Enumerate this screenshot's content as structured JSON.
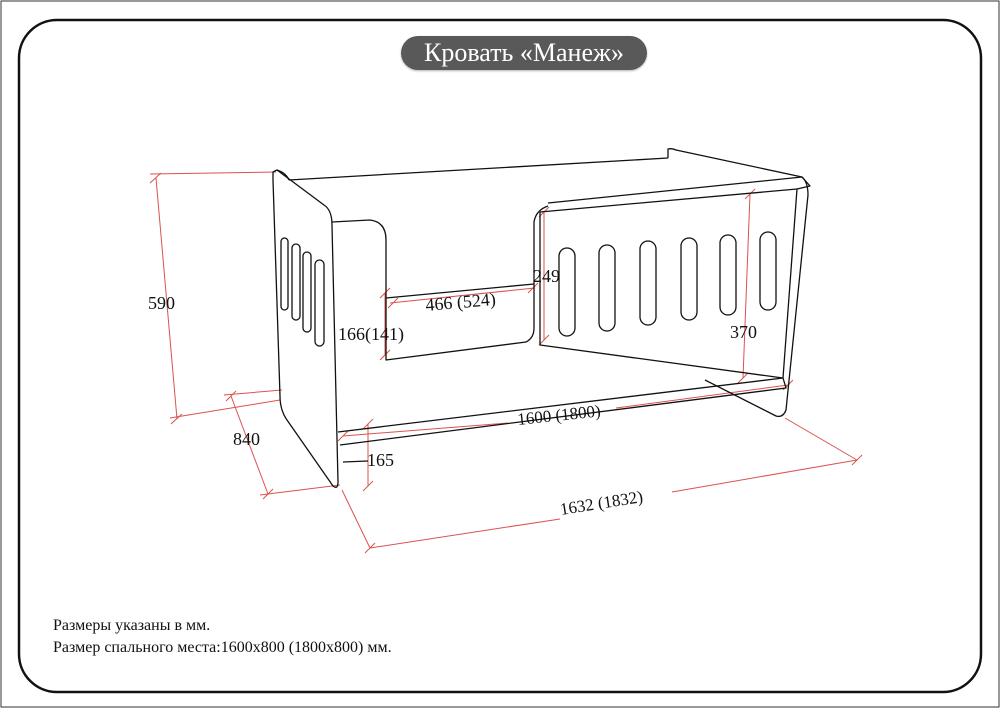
{
  "title": "Кровать «Манеж»",
  "notes": {
    "units": "Размеры указаны в мм.",
    "sleeping_area": "Размер спального места:1600х800 (1800х800) мм."
  },
  "dimensions": {
    "height": "590",
    "depth": "840",
    "leg_height": "165",
    "panel_length": "1600 (1800)",
    "total_length": "1632 (1832)",
    "opening_width": "466 (524)",
    "opening_height": "166(141)",
    "rail_height": "249",
    "side_height": "370"
  },
  "colors": {
    "line": "#111111",
    "dimension_line": "#d9534f",
    "title_background": "#595959",
    "title_text": "#ffffff"
  }
}
